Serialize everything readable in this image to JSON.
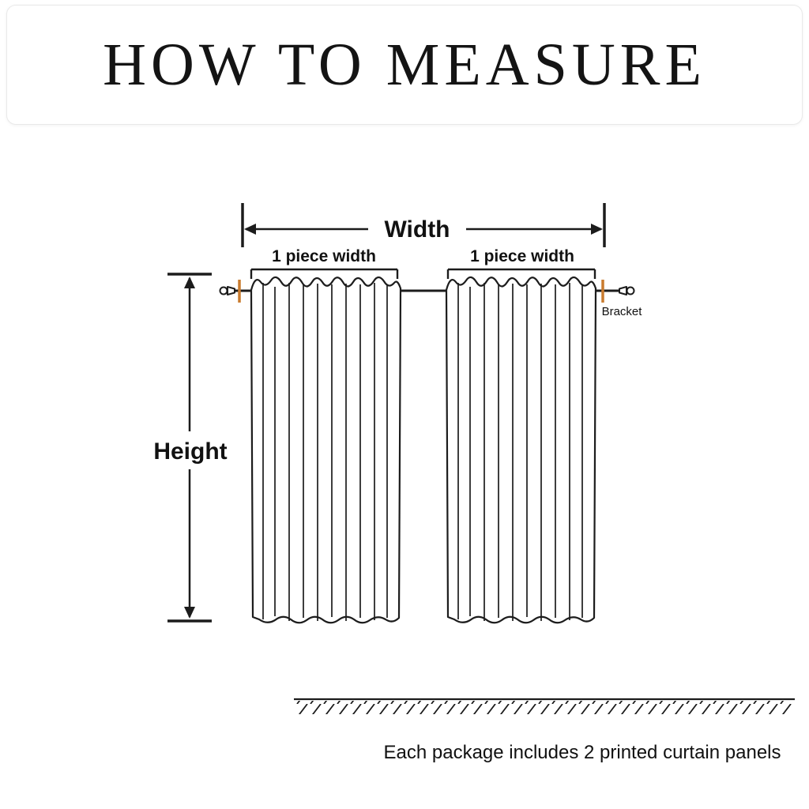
{
  "page": {
    "title": "HOW TO MEASURE"
  },
  "diagram": {
    "width_label": "Width",
    "left_piece_label": "1 piece width",
    "right_piece_label": "1 piece width",
    "height_label": "Height",
    "bracket_label": "Bracket",
    "caption": "Each package includes 2 printed curtain panels",
    "accent_color": "#c97b2e",
    "line_color": "#1c1c1c"
  }
}
